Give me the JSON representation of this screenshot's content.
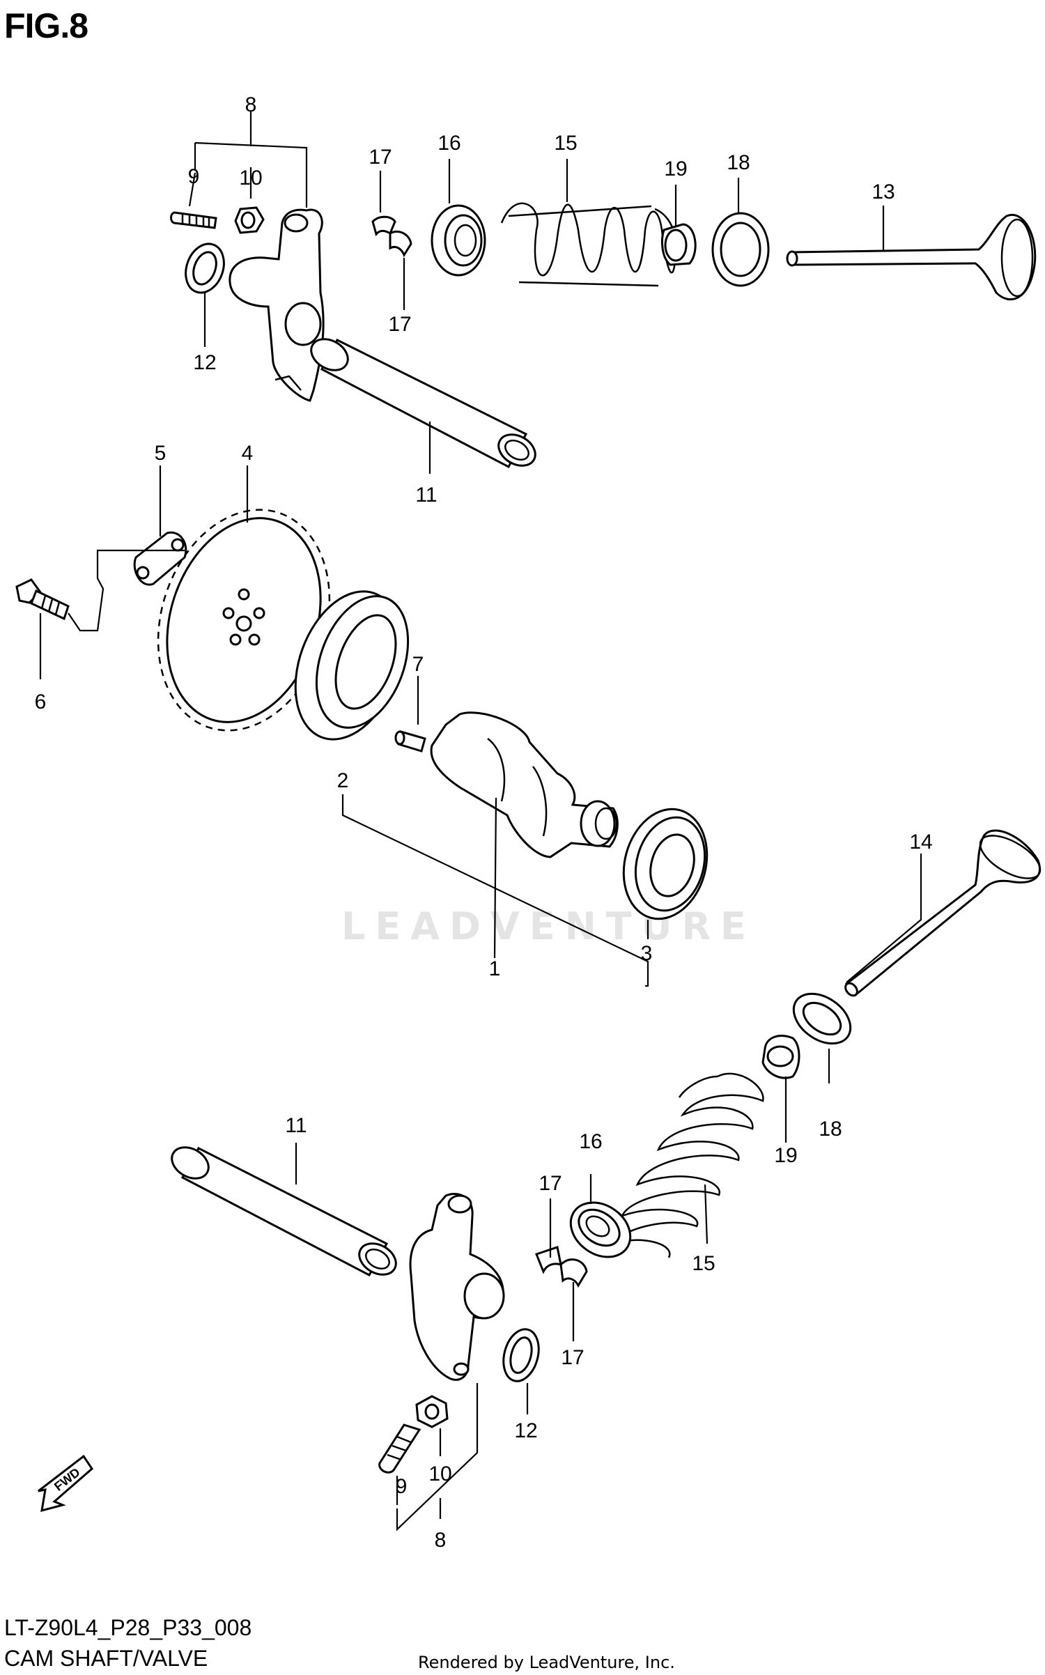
{
  "figure_title": "FIG.8",
  "footer": {
    "model_code": "LT-Z90L4_P28_P33_008",
    "section_name": "CAM SHAFT/VALVE",
    "rendered_by": "Rendered by LeadVenture, Inc."
  },
  "watermark": "LEADVENTURE",
  "fwd_label": "FWD",
  "callouts": {
    "c1": "1",
    "c2": "2",
    "c3": "3",
    "c4": "4",
    "c5": "5",
    "c6": "6",
    "c7": "7",
    "c8_top": "8",
    "c9_top": "9",
    "c10_top": "10",
    "c11_top": "11",
    "c12_top": "12",
    "c13": "13",
    "c14": "14",
    "c15_top": "15",
    "c16_top": "16",
    "c17_top_a": "17",
    "c17_top_b": "17",
    "c18_top": "18",
    "c19_top": "19",
    "c8_bot": "8",
    "c9_bot": "9",
    "c10_bot": "10",
    "c11_bot": "11",
    "c12_bot": "12",
    "c15_bot": "15",
    "c16_bot": "16",
    "c17_bot_a": "17",
    "c17_bot_b": "17",
    "c18_bot": "18",
    "c19_bot": "19"
  }
}
